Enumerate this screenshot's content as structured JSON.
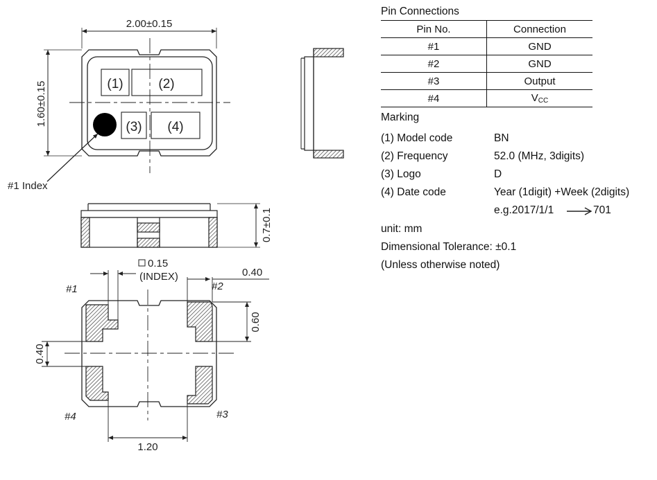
{
  "dimensions": {
    "width": "2.00±0.15",
    "length": "1.60±0.15",
    "height": "0.7±0.1",
    "pad_flatness": "0.15",
    "index_label": "(INDEX)",
    "pad_gap": "0.40",
    "pad_height": "0.60",
    "pad_side": "0.40",
    "pad_pitch": "1.20"
  },
  "top_view": {
    "marking_1": "(1)",
    "marking_2": "(2)",
    "marking_3": "(3)",
    "marking_4": "(4)",
    "index_callout": "#1 Index"
  },
  "bottom_view": {
    "pin1": "#1",
    "pin2": "#2",
    "pin3": "#3",
    "pin4": "#4"
  },
  "pin_connections": {
    "title": "Pin Connections",
    "headers": [
      "Pin No.",
      "Connection"
    ],
    "rows": [
      {
        "pin": "#1",
        "connection": "GND"
      },
      {
        "pin": "#2",
        "connection": "GND"
      },
      {
        "pin": "#3",
        "connection": "Output"
      },
      {
        "pin": "#4",
        "connection_main": "V",
        "connection_sub": "CC"
      }
    ]
  },
  "marking": {
    "title": "Marking",
    "items": [
      {
        "label": "(1) Model code",
        "value": "BN"
      },
      {
        "label": "(2) Frequency",
        "value": "52.0 (MHz, 3digits)"
      },
      {
        "label": "(3) Logo",
        "value": "D"
      },
      {
        "label": "(4) Date code",
        "value": "Year (1digit) +Week (2digits)"
      }
    ],
    "example_prefix": "e.g.2017/1/1",
    "example_result": "701"
  },
  "notes": {
    "unit": "unit: mm",
    "tolerance": "Dimensional Tolerance: ±0.1",
    "unless": "(Unless otherwise noted)"
  }
}
